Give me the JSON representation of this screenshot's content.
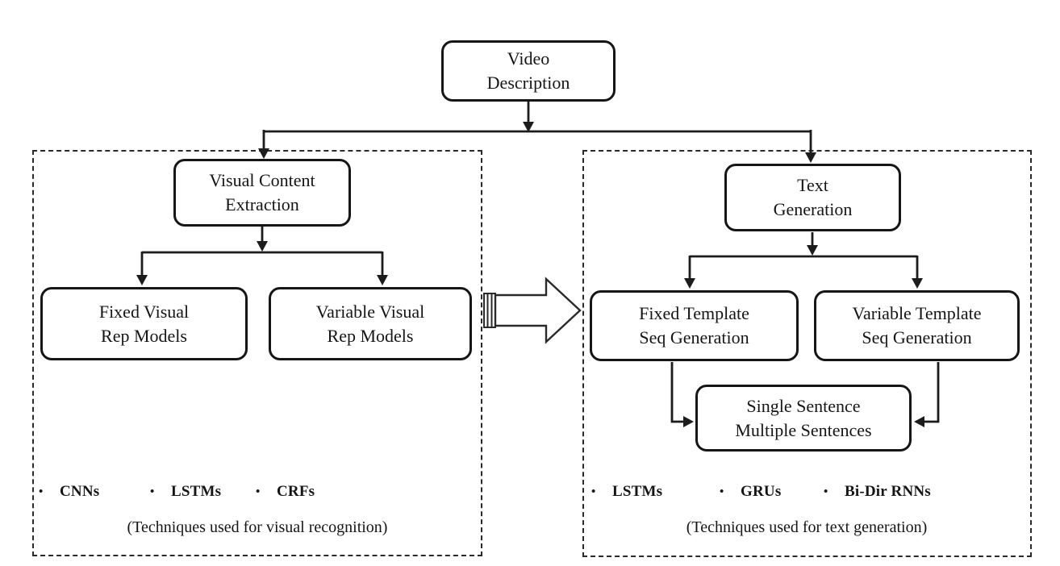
{
  "ui": {
    "bullet": "•"
  },
  "colors": {
    "ink": "#161616",
    "background": "#ffffff"
  },
  "root": {
    "line1": "Video",
    "line2": "Description"
  },
  "left_panel": {
    "heading": {
      "line1": "Visual Content",
      "line2": "Extraction"
    },
    "children": {
      "fixed": {
        "line1": "Fixed Visual",
        "line2": "Rep Models"
      },
      "variable": {
        "line1": "Variable Visual",
        "line2": "Rep Models"
      }
    },
    "techniques": [
      "CNNs",
      "LSTMs",
      "CRFs"
    ],
    "caption": "(Techniques used for visual recognition)"
  },
  "right_panel": {
    "heading": {
      "line1": "Text",
      "line2": "Generation"
    },
    "children": {
      "fixed": {
        "line1": "Fixed Template",
        "line2": "Seq Generation"
      },
      "variable": {
        "line1": "Variable Template",
        "line2": "Seq Generation"
      },
      "output": {
        "line1": "Single Sentence",
        "line2": "Multiple Sentences"
      }
    },
    "techniques": [
      "LSTMs",
      "GRUs",
      "Bi-Dir RNNs"
    ],
    "caption": "(Techniques used for text generation)"
  }
}
